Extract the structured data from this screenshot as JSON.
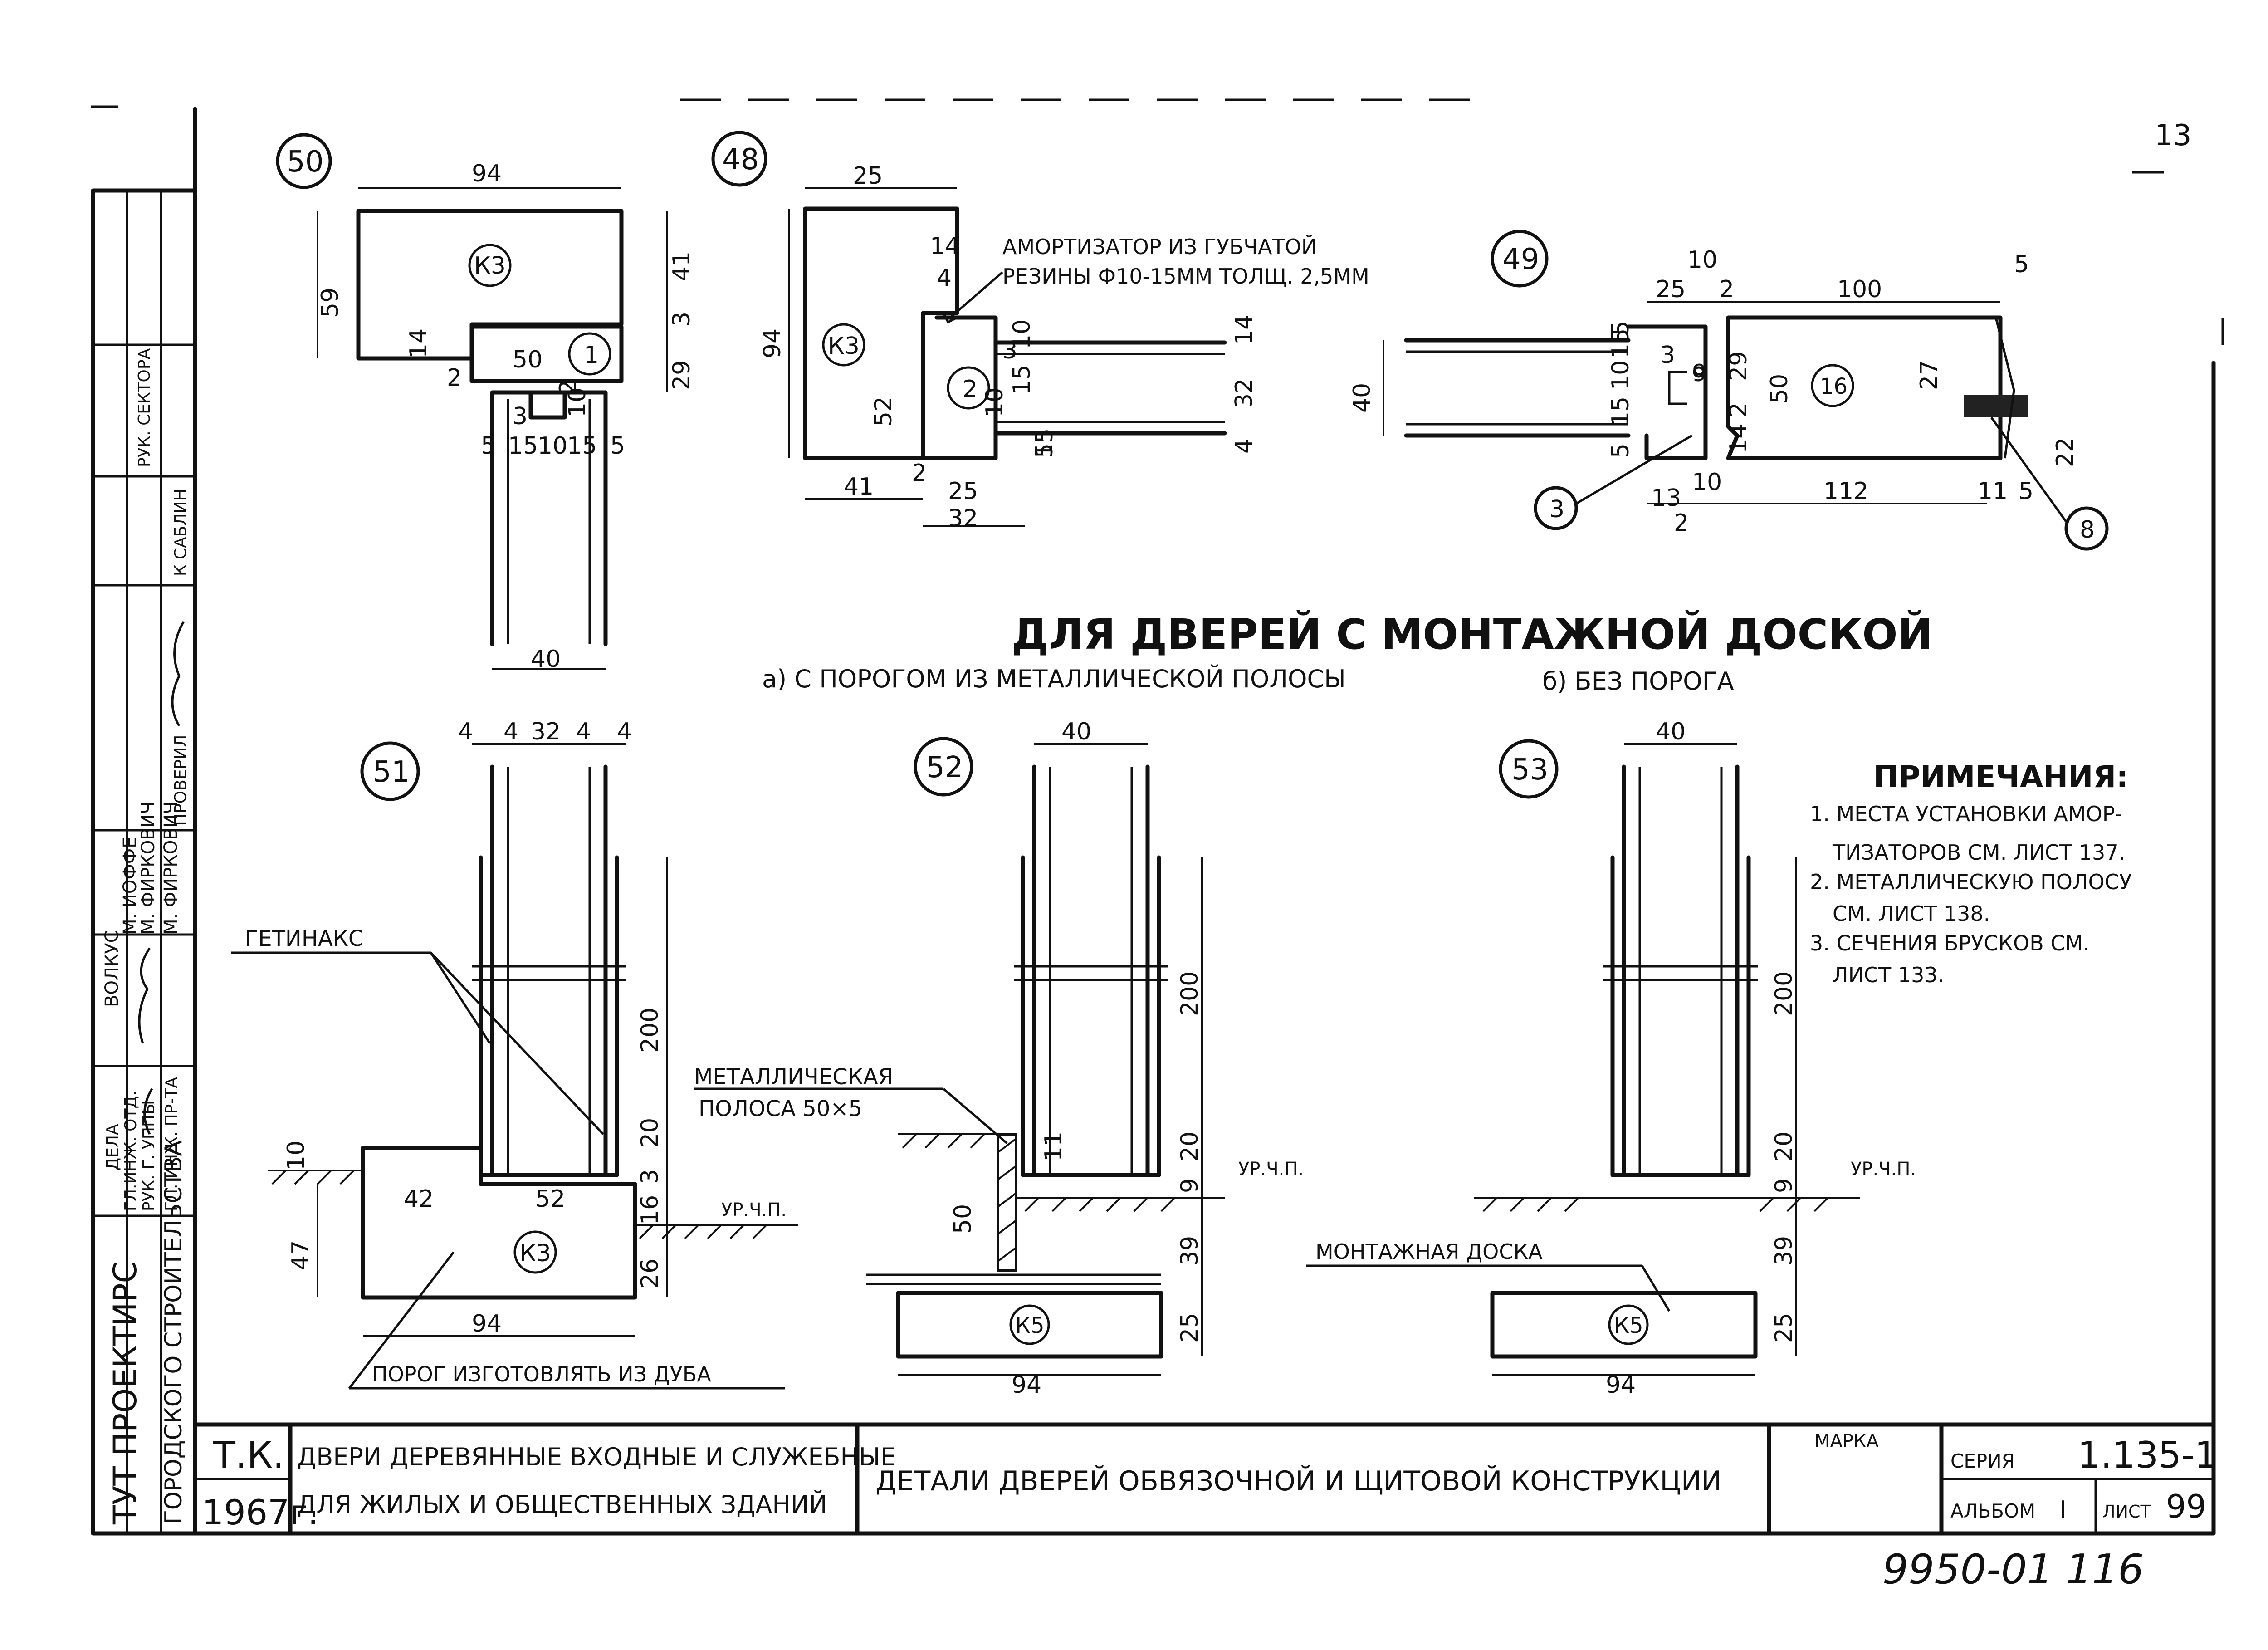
{
  "title": {
    "heading": "ДЛЯ ДВЕРЕЙ С МОНТАЖНОЙ ДОСКОЙ",
    "sub_a": "а) С ПОРОГОМ ИЗ МЕТАЛЛИЧЕСКОЙ ПОЛОСЫ",
    "sub_b": "б) БЕЗ ПОРОГА"
  },
  "corner_mark": "13",
  "details": {
    "d50": {
      "num": "50",
      "k": "К3",
      "part": "1",
      "dims": [
        "94",
        "59",
        "41",
        "3",
        "14",
        "29",
        "2",
        "50",
        "3",
        "15",
        "10",
        "15",
        "5",
        "5",
        "40",
        "10",
        "2"
      ]
    },
    "d48": {
      "num": "48",
      "k": "К3",
      "part": "2",
      "note_line1": "АМОРТИЗАТОР ИЗ ГУБЧАТОЙ",
      "note_line2": "РЕЗИНЫ Ф10-15ММ ТОЛЩ. 2,5ММ",
      "dims": [
        "25",
        "94",
        "14",
        "4",
        "52",
        "41",
        "2",
        "25",
        "32",
        "32",
        "14",
        "4",
        "10",
        "15",
        "10",
        "15",
        "3",
        "5"
      ]
    },
    "d49": {
      "num": "49",
      "k": "16",
      "part3": "3",
      "part8": "8",
      "dims": [
        "10",
        "25",
        "2",
        "100",
        "5",
        "40",
        "5",
        "15",
        "10",
        "15",
        "5",
        "3",
        "9",
        "14",
        "2",
        "29",
        "50",
        "27",
        "22",
        "13",
        "10",
        "2",
        "112",
        "11",
        "5"
      ]
    },
    "d51": {
      "num": "51",
      "k": "К3",
      "label_getinaks": "ГЕТИНАКС",
      "label_threshold": "ПОРОГ ИЗГОТОВЛЯТЬ ИЗ ДУБА",
      "level": "УР.Ч.П.",
      "dims": [
        "4",
        "4",
        "32",
        "4",
        "4",
        "200",
        "20",
        "10",
        "47",
        "42",
        "52",
        "16",
        "3",
        "26",
        "94"
      ]
    },
    "d52": {
      "num": "52",
      "k": "К5",
      "label_metal_1": "МЕТАЛЛИЧЕСКАЯ",
      "label_metal_2": "ПОЛОСА 50×5",
      "level": "УР.Ч.П.",
      "dims": [
        "40",
        "200",
        "20",
        "9",
        "11",
        "50",
        "39",
        "25",
        "94"
      ]
    },
    "d53": {
      "num": "53",
      "k": "К5",
      "label_board": "МОНТАЖНАЯ ДОСКА",
      "level": "УР.Ч.П.",
      "dims": [
        "40",
        "200",
        "20",
        "9",
        "39",
        "25",
        "94"
      ]
    }
  },
  "notes": {
    "heading": "ПРИМЕЧАНИЯ:",
    "items": [
      "1. МЕСТА УСТАНОВКИ АМОР-",
      "ТИЗАТОРОВ СМ. ЛИСТ 137.",
      "2. МЕТАЛЛИЧЕСКУЮ ПОЛОСУ",
      "СМ. ЛИСТ 138.",
      "3. СЕЧЕНИЯ БРУСКОВ СМ.",
      "ЛИСТ 133."
    ]
  },
  "side_stamp": {
    "org_1": "ТУТ ПРОЕКТИРС",
    "org_2": "ГОРОДСКОГО СТРОИТЕЛЬСТВА",
    "roles": [
      "ДЕЛА",
      "ГЛ.ИНЖ. ОТД.",
      "РУК. Г. УППЫ",
      "ГЛ. ИНЖ. ПР-ТА",
      "ПРОВЕРИЛ",
      "К САБЛИН",
      "РУК. СЕКТОРА"
    ],
    "names": [
      "ВОЛКУС",
      "М. ИОФФЕ",
      "М. ФИРКОВИЧ",
      "М. ФИРКОВИЧ"
    ]
  },
  "title_block": {
    "tk": "Т.К.",
    "year": "1967г.",
    "name_line1": "ДВЕРИ ДЕРЕВЯННЫЕ ВХОДНЫЕ И СЛУЖЕБНЫЕ",
    "name_line2": "ДЛЯ ЖИЛЫХ И ОБЩЕСТВЕННЫХ ЗДАНИЙ",
    "sheet_title": "ДЕТАЛИ ДВЕРЕЙ ОБВЯЗОЧНОЙ И ЩИТОВОЙ КОНСТРУКЦИИ",
    "marka_label": "МАРКА",
    "series_label": "СЕРИЯ",
    "series_value": "1.135-1",
    "album_label": "АЛЬБОМ",
    "album_value": "I",
    "sheet_label": "ЛИСТ",
    "sheet_value": "99"
  },
  "archive_number": "9950-01 116"
}
